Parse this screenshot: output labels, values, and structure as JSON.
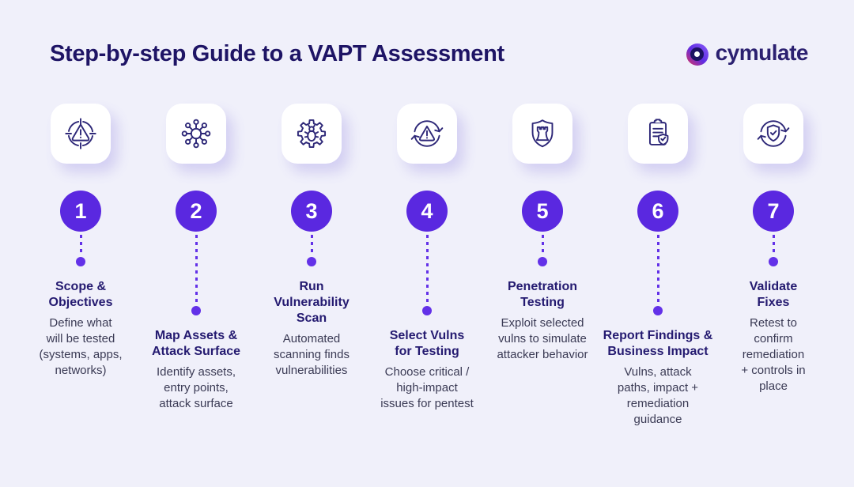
{
  "header": {
    "title": "Step-by-step Guide to a VAPT Assessment",
    "brand": "cymulate"
  },
  "colors": {
    "background": "#F0F0FA",
    "accent_purple": "#5A28E0",
    "connector_purple": "#6331E8",
    "heading_text": "#241A70",
    "body_text": "#3A3A54",
    "icon_stroke": "#2E2878",
    "card": "#FFFFFF",
    "logo_red": "#E03358",
    "logo_navy": "#1D1163"
  },
  "steps": [
    {
      "number": "1",
      "icon": "target-warning-icon",
      "connector": "short",
      "title": "Scope &\nObjectives",
      "description": "Define what\nwill be tested\n(systems, apps,\nnetworks)"
    },
    {
      "number": "2",
      "icon": "network-map-icon",
      "connector": "long",
      "title": "Map Assets &\nAttack Surface",
      "description": "Identify assets,\nentry points,\nattack surface"
    },
    {
      "number": "3",
      "icon": "gear-bug-icon",
      "connector": "short",
      "title": "Run\nVulnerability\nScan",
      "description": "Automated\nscanning finds\nvulnerabilities"
    },
    {
      "number": "4",
      "icon": "warning-cycle-icon",
      "connector": "long",
      "title": "Select Vulns\nfor Testing",
      "description": "Choose critical /\nhigh-impact\nissues for pentest"
    },
    {
      "number": "5",
      "icon": "shield-rook-icon",
      "connector": "short",
      "title": "Penetration\nTesting",
      "description": "Exploit selected\nvulns to simulate\nattacker behavior"
    },
    {
      "number": "6",
      "icon": "clipboard-shield-icon",
      "connector": "long",
      "title": "Report Findings &\nBusiness Impact",
      "description": "Vulns, attack\npaths, impact +\nremediation\nguidance"
    },
    {
      "number": "7",
      "icon": "shield-check-cycle-icon",
      "connector": "short",
      "title": "Validate\nFixes",
      "description": "Retest to\nconfirm\nremediation\n+ controls in\nplace"
    }
  ]
}
